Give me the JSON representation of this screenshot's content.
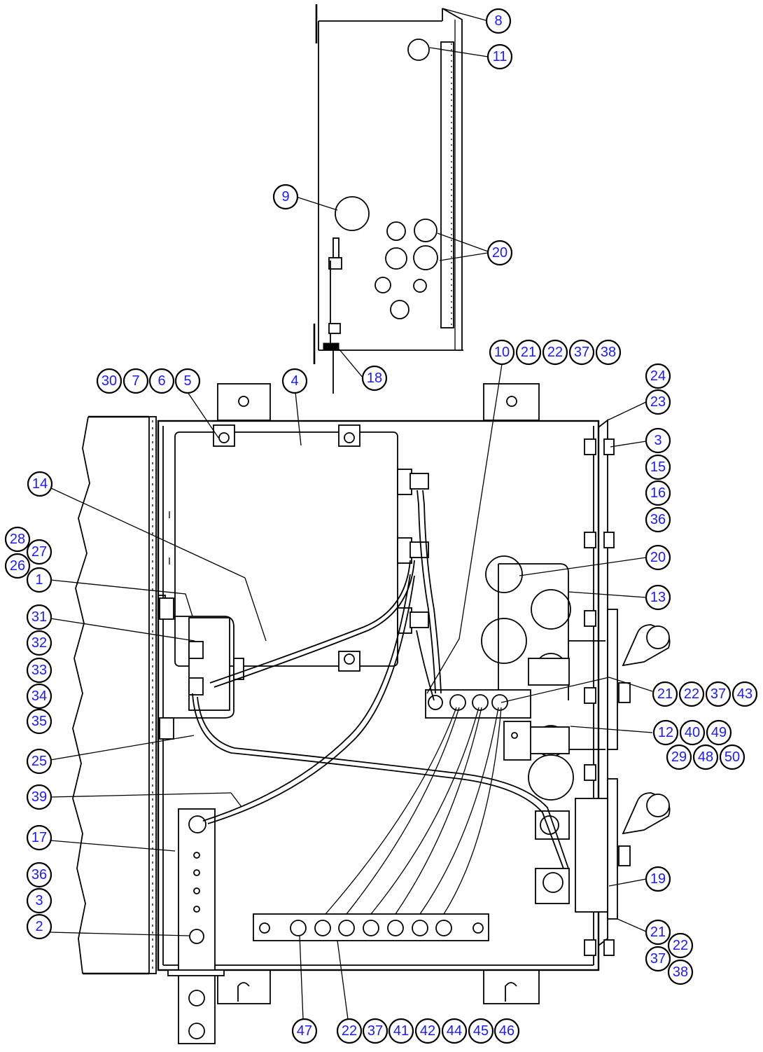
{
  "diagram": {
    "callouts": [
      {
        "id": "c-8",
        "label": "8"
      },
      {
        "id": "c-11",
        "label": "11"
      },
      {
        "id": "c-9",
        "label": "9"
      },
      {
        "id": "c-20-top",
        "label": "20"
      },
      {
        "id": "c-18",
        "label": "18"
      },
      {
        "id": "c-10",
        "label": "10"
      },
      {
        "id": "c-21-a",
        "label": "21"
      },
      {
        "id": "c-22-a",
        "label": "22"
      },
      {
        "id": "c-37-a",
        "label": "37"
      },
      {
        "id": "c-38-a",
        "label": "38"
      },
      {
        "id": "c-30",
        "label": "30"
      },
      {
        "id": "c-7",
        "label": "7"
      },
      {
        "id": "c-6",
        "label": "6"
      },
      {
        "id": "c-5",
        "label": "5"
      },
      {
        "id": "c-4",
        "label": "4"
      },
      {
        "id": "c-24",
        "label": "24"
      },
      {
        "id": "c-23",
        "label": "23"
      },
      {
        "id": "c-3-r",
        "label": "3"
      },
      {
        "id": "c-15",
        "label": "15"
      },
      {
        "id": "c-16",
        "label": "16"
      },
      {
        "id": "c-36-r",
        "label": "36"
      },
      {
        "id": "c-20-r",
        "label": "20"
      },
      {
        "id": "c-13",
        "label": "13"
      },
      {
        "id": "c-21-b",
        "label": "21"
      },
      {
        "id": "c-22-b",
        "label": "22"
      },
      {
        "id": "c-37-b",
        "label": "37"
      },
      {
        "id": "c-43",
        "label": "43"
      },
      {
        "id": "c-12",
        "label": "12"
      },
      {
        "id": "c-40",
        "label": "40"
      },
      {
        "id": "c-49",
        "label": "49"
      },
      {
        "id": "c-29",
        "label": "29"
      },
      {
        "id": "c-48",
        "label": "48"
      },
      {
        "id": "c-50",
        "label": "50"
      },
      {
        "id": "c-19",
        "label": "19"
      },
      {
        "id": "c-21-c",
        "label": "21"
      },
      {
        "id": "c-22-c",
        "label": "22"
      },
      {
        "id": "c-37-c",
        "label": "37"
      },
      {
        "id": "c-38-c",
        "label": "38"
      },
      {
        "id": "c-14",
        "label": "14"
      },
      {
        "id": "c-28",
        "label": "28"
      },
      {
        "id": "c-27",
        "label": "27"
      },
      {
        "id": "c-26",
        "label": "26"
      },
      {
        "id": "c-1",
        "label": "1"
      },
      {
        "id": "c-31",
        "label": "31"
      },
      {
        "id": "c-32",
        "label": "32"
      },
      {
        "id": "c-33",
        "label": "33"
      },
      {
        "id": "c-34",
        "label": "34"
      },
      {
        "id": "c-35",
        "label": "35"
      },
      {
        "id": "c-25",
        "label": "25"
      },
      {
        "id": "c-39",
        "label": "39"
      },
      {
        "id": "c-17",
        "label": "17"
      },
      {
        "id": "c-36-l",
        "label": "36"
      },
      {
        "id": "c-3-l",
        "label": "3"
      },
      {
        "id": "c-2",
        "label": "2"
      },
      {
        "id": "c-47",
        "label": "47"
      },
      {
        "id": "c-22-d",
        "label": "22"
      },
      {
        "id": "c-37-d",
        "label": "37"
      },
      {
        "id": "c-41",
        "label": "41"
      },
      {
        "id": "c-42",
        "label": "42"
      },
      {
        "id": "c-44",
        "label": "44"
      },
      {
        "id": "c-45",
        "label": "45"
      },
      {
        "id": "c-46",
        "label": "46"
      }
    ]
  }
}
